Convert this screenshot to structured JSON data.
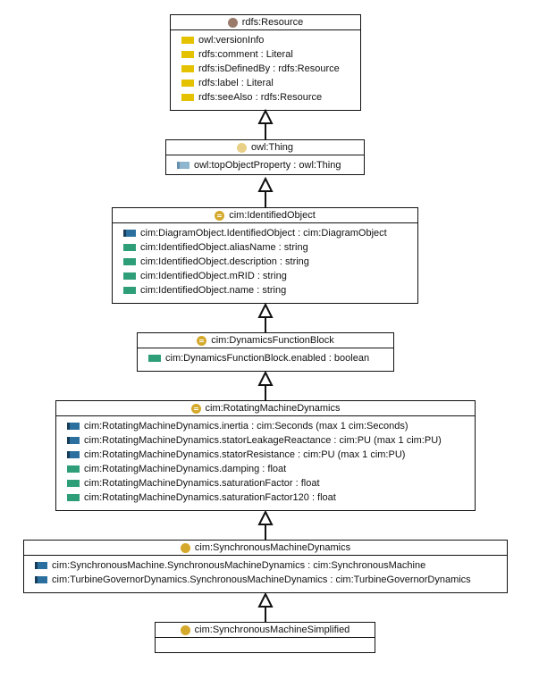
{
  "classes": {
    "resource": {
      "name": "rdfs:Resource",
      "icon": "resource-dot-icon",
      "props": [
        {
          "icon": "annotation-property-icon",
          "label": "owl:versionInfo"
        },
        {
          "icon": "annotation-property-icon",
          "label": "rdfs:comment : Literal"
        },
        {
          "icon": "annotation-property-icon",
          "label": "rdfs:isDefinedBy : rdfs:Resource"
        },
        {
          "icon": "annotation-property-icon",
          "label": "rdfs:label : Literal"
        },
        {
          "icon": "annotation-property-icon",
          "label": "rdfs:seeAlso : rdfs:Resource"
        }
      ]
    },
    "thing": {
      "name": "owl:Thing",
      "icon": "thing-dot-icon",
      "props": [
        {
          "icon": "object-property-icon",
          "label": "owl:topObjectProperty : owl:Thing"
        }
      ]
    },
    "identified": {
      "name": "cim:IdentifiedObject",
      "icon": "abstract-class-icon",
      "props": [
        {
          "icon": "object-property-icon",
          "label": "cim:DiagramObject.IdentifiedObject : cim:DiagramObject"
        },
        {
          "icon": "datatype-property-icon",
          "label": "cim:IdentifiedObject.aliasName : string"
        },
        {
          "icon": "datatype-property-icon",
          "label": "cim:IdentifiedObject.description : string"
        },
        {
          "icon": "datatype-property-icon",
          "label": "cim:IdentifiedObject.mRID : string"
        },
        {
          "icon": "datatype-property-icon",
          "label": "cim:IdentifiedObject.name : string"
        }
      ]
    },
    "dfb": {
      "name": "cim:DynamicsFunctionBlock",
      "icon": "abstract-class-icon",
      "props": [
        {
          "icon": "datatype-property-icon",
          "label": "cim:DynamicsFunctionBlock.enabled : boolean"
        }
      ]
    },
    "rmd": {
      "name": "cim:RotatingMachineDynamics",
      "icon": "abstract-class-icon",
      "props": [
        {
          "icon": "object-property-icon",
          "label": "cim:RotatingMachineDynamics.inertia : cim:Seconds (max 1 cim:Seconds)"
        },
        {
          "icon": "object-property-icon",
          "label": "cim:RotatingMachineDynamics.statorLeakageReactance : cim:PU (max 1 cim:PU)"
        },
        {
          "icon": "object-property-icon",
          "label": "cim:RotatingMachineDynamics.statorResistance : cim:PU (max 1 cim:PU)"
        },
        {
          "icon": "datatype-property-icon",
          "label": "cim:RotatingMachineDynamics.damping : float"
        },
        {
          "icon": "datatype-property-icon",
          "label": "cim:RotatingMachineDynamics.saturationFactor : float"
        },
        {
          "icon": "datatype-property-icon",
          "label": "cim:RotatingMachineDynamics.saturationFactor120 : float"
        }
      ]
    },
    "smd": {
      "name": "cim:SynchronousMachineDynamics",
      "icon": "class-icon",
      "props": [
        {
          "icon": "object-property-icon",
          "label": "cim:SynchronousMachine.SynchronousMachineDynamics : cim:SynchronousMachine"
        },
        {
          "icon": "object-property-icon",
          "label": "cim:TurbineGovernorDynamics.SynchronousMachineDynamics : cim:TurbineGovernorDynamics"
        }
      ]
    },
    "sms": {
      "name": "cim:SynchronousMachineSimplified",
      "icon": "class-icon",
      "props": []
    }
  },
  "colors": {
    "annotation_property": "#e5c200",
    "datatype_property": "#2e9e78",
    "object_property": "#2a6f9e",
    "top_object_property": "#8fb6cf",
    "resource_icon": "#9a7b6a",
    "thing_icon": "#e8d088",
    "class_icon": "#d4a92c"
  }
}
